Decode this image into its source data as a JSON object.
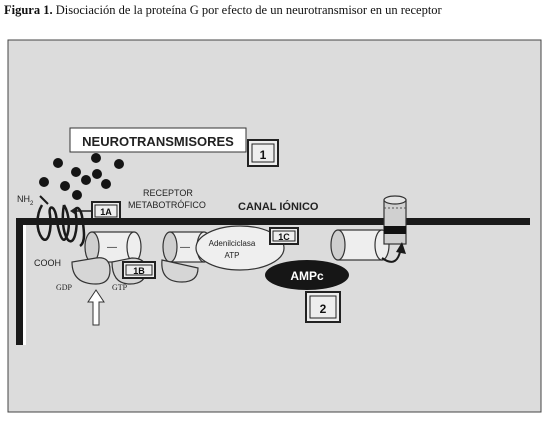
{
  "caption": {
    "label": "Figura 1.",
    "text": "Disociación de la proteína G por efecto de un neurotransmisor en un receptor"
  },
  "diagram": {
    "neurotransmitters_label": "NEUROTRANSMISORES",
    "receptor_label_line1": "RECEPTOR",
    "receptor_label_line2": "METABOTRÓFICO",
    "channel_label": "CANAL IÓNICO",
    "nh2_label": "NH",
    "nh2_sub": "2",
    "cooh_label": "COOH",
    "gdp_label": "GDP",
    "gtp_label": "GTP",
    "adenylate_line1": "Adenilciclasa",
    "adenylate_line2": "ATP",
    "camp_label": "AMPc",
    "minus_sign": "—",
    "steps": {
      "s1": "1",
      "s1a": "1A",
      "s1b": "1B",
      "s1c": "1C",
      "s2": "2"
    }
  },
  "colors": {
    "panel_bg": "#dcdcdc",
    "dark": "#1a1a1a",
    "light_shape": "#eeeeee"
  }
}
